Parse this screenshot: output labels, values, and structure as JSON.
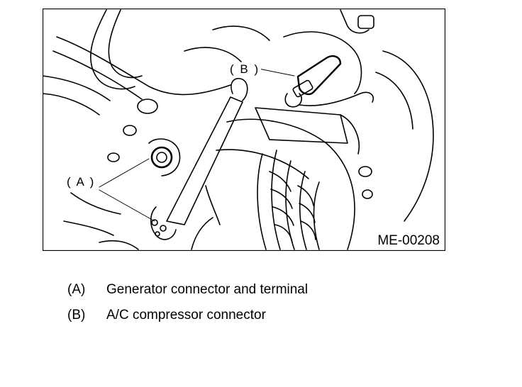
{
  "callouts": {
    "a": "( A )",
    "b": "( B )"
  },
  "figure_id": "ME-00208",
  "legend": [
    {
      "key": "(A)",
      "text": "Generator connector and terminal"
    },
    {
      "key": "(B)",
      "text": "A/C compressor connector"
    }
  ]
}
